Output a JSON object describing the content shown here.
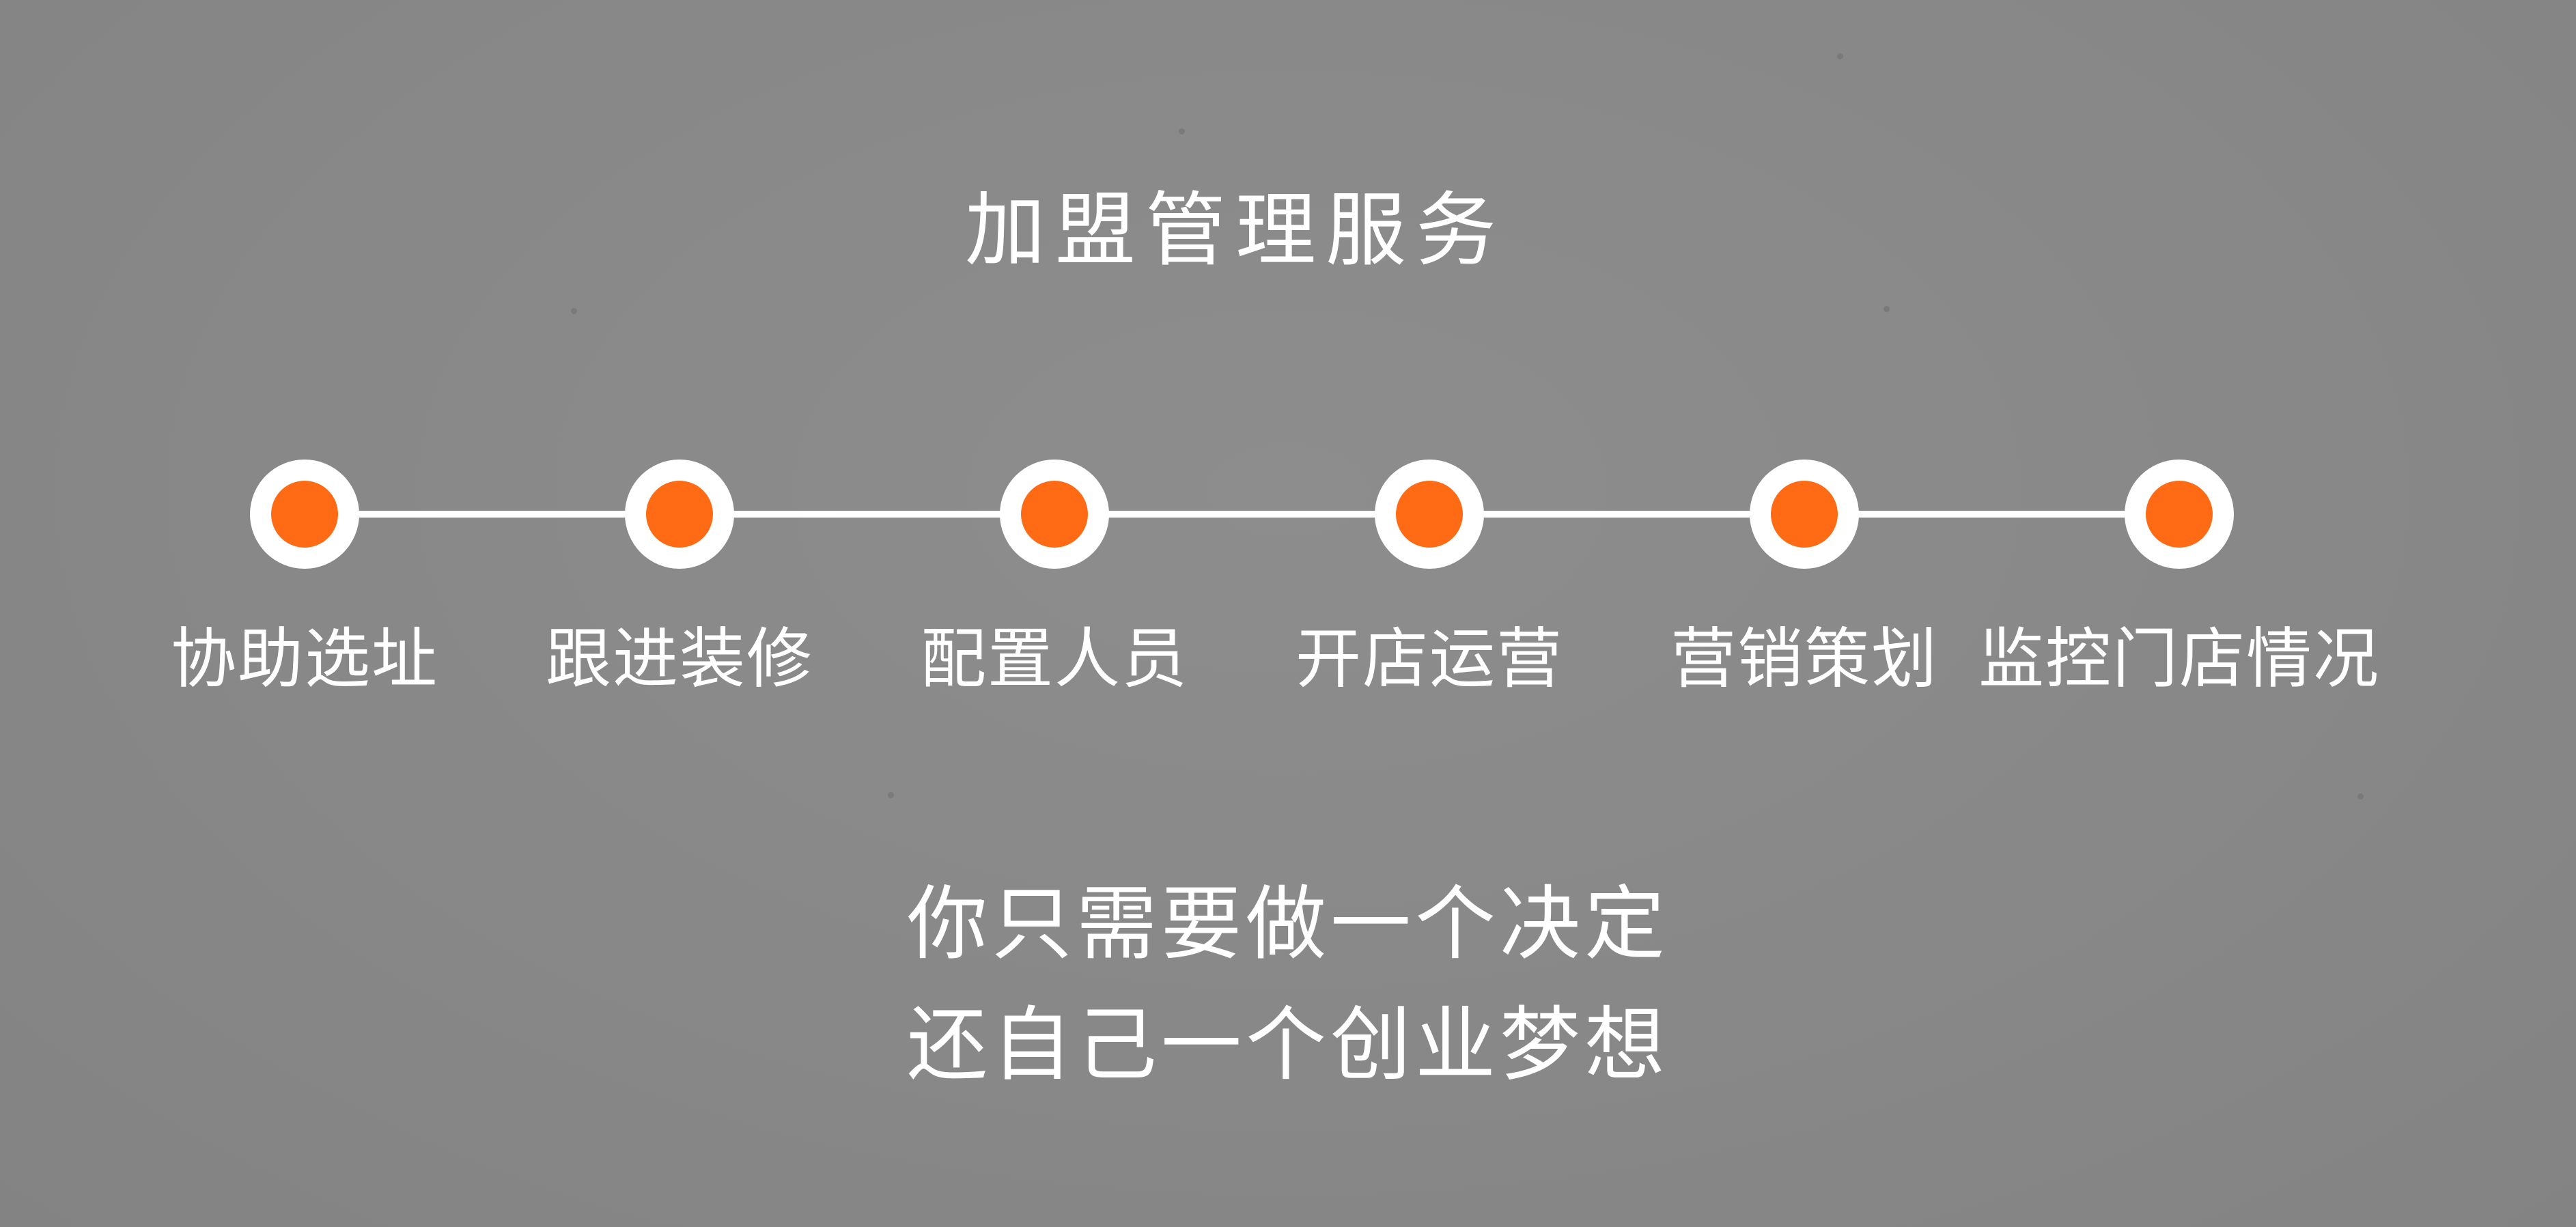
{
  "title": "加盟管理服务",
  "colors": {
    "background": "#888888",
    "line": "#ffffff",
    "node_ring": "#ffffff",
    "node_dot": "#ff6a14",
    "text": "#ffffff"
  },
  "steps": [
    {
      "label": "协助选址"
    },
    {
      "label": "跟进装修"
    },
    {
      "label": "配置人员"
    },
    {
      "label": "开店运营"
    },
    {
      "label": "营销策划"
    },
    {
      "label": "监控门店情况"
    }
  ],
  "slogan": {
    "line1": "你只需要做一个决定",
    "line2": "还自己一个创业梦想"
  }
}
